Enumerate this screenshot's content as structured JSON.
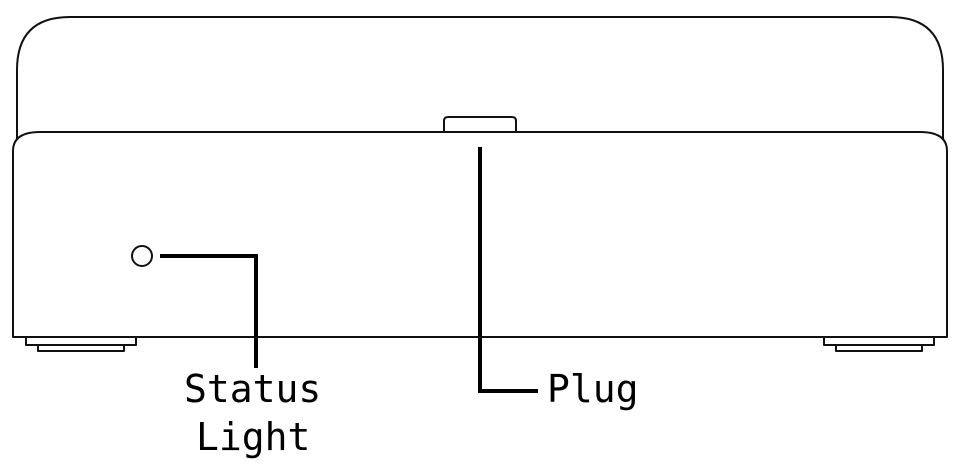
{
  "callouts": {
    "status_light": {
      "line1": "Status",
      "line2": "Light"
    },
    "plug": {
      "label": "Plug"
    }
  }
}
